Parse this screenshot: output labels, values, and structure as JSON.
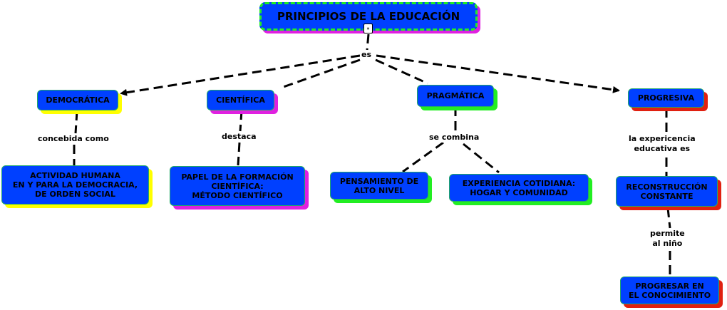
{
  "diagram": {
    "root": "PRINCIPIOS DE LA EDUCACIÓN",
    "root_link": "es",
    "branches": [
      {
        "node": "DEMOCRÁTICA",
        "link": "concebida como",
        "child": "ACTIVIDAD HUMANA\nEN Y PARA LA DEMOCRACIA,\nDE ORDEN SOCIAL"
      },
      {
        "node": "CIENTÍFICA",
        "link": "destaca",
        "child": "PAPEL DE LA FORMACIÓN\nCIENTÍFICA:\nMÉTODO CIENTÍFICO"
      },
      {
        "node": "PRAGMÁTICA",
        "link": "se combina",
        "children": [
          "PENSAMIENTO DE\nALTO NIVEL",
          "EXPERIENCIA COTIDIANA:\nHOGAR Y COMUNIDAD"
        ]
      },
      {
        "node": "PROGRESIVA",
        "link": "la expericencia\neducativa es",
        "child": "RECONSTRUCCIÓN\nCONSTANTE",
        "link2": "permite\nal niño",
        "child2": "PROGRESAR EN\nEL CONOCIMIENTO"
      }
    ]
  },
  "colors": {
    "node_fill": "#0040ff",
    "node_border": "#22aa66",
    "shadow_democratica": "#ffff00",
    "shadow_cientifica": "#e020e0",
    "shadow_pragmatica": "#22ee22",
    "shadow_progresiva": "#e02010"
  },
  "icons": {
    "root_badge": "concept-map-badge-icon"
  }
}
